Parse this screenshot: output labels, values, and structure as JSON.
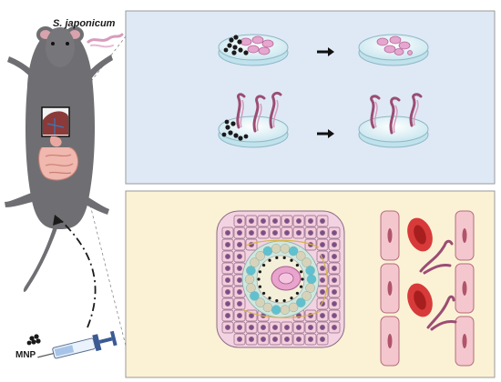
{
  "labels": {
    "species": "S. japonicum",
    "particle": "MNP"
  },
  "colors": {
    "top_panel_fill": "#dfe9f6",
    "bottom_panel_fill": "#fbf2d6",
    "panel_border": "#9a9a9a",
    "mouse_body": "#6f6f73",
    "egg_pink": "#e5a6cf",
    "worm": "#9b4d74",
    "red_blood_cell": "#d83a3a",
    "vessel_cell": "#f4c7cf",
    "nanoparticle": "#1a1a1a"
  },
  "icons": [
    "mouse",
    "worm-pair",
    "petri-dish",
    "arrow-right",
    "syringe",
    "granuloma",
    "blood-vessel",
    "red-blood-cell"
  ]
}
